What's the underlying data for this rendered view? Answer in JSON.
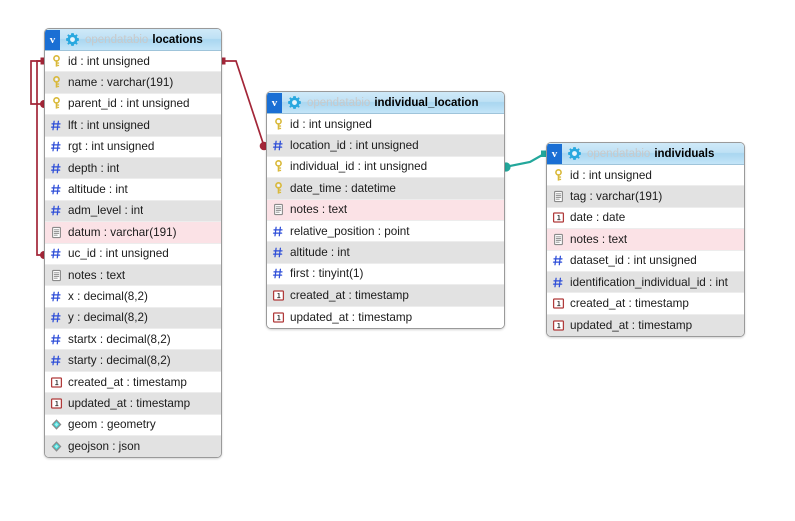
{
  "diagram": {
    "kind": "entity-relationship-diagram",
    "background": "#ffffff",
    "schema_label": "opendatabio"
  },
  "palette": {
    "header_gradient_top": "#cfe9f8",
    "header_gradient_bottom": "#c4e5f8",
    "badge_blue": "#1a6fd4",
    "gear_cyan": "#29a8df",
    "row_alt": "#e2e2e2",
    "row_plain": "#ffffff",
    "row_nullable_text": "#fbe2e6",
    "border_grey": "#9a9a9a",
    "relation_red": "#a32638",
    "relation_teal": "#23a79b",
    "key_gold": "#d9b93a",
    "numeric_blue": "#2e4ed8",
    "text_grey": "#8a8a8a",
    "geometry_cyan": "#3fd3d3"
  },
  "entities": [
    {
      "id": "locations",
      "schema": "opendatabio",
      "name": "locations",
      "badge": "v",
      "columns": [
        {
          "name": "id",
          "type": "int unsigned",
          "icon": "key-icon",
          "style": "plain"
        },
        {
          "name": "name",
          "type": "varchar(191)",
          "icon": "key-icon",
          "style": "alt"
        },
        {
          "name": "parent_id",
          "type": "int unsigned",
          "icon": "key-icon",
          "style": "plain"
        },
        {
          "name": "lft",
          "type": "int unsigned",
          "icon": "numeric-icon",
          "style": "alt"
        },
        {
          "name": "rgt",
          "type": "int unsigned",
          "icon": "numeric-icon",
          "style": "plain"
        },
        {
          "name": "depth",
          "type": "int",
          "icon": "numeric-icon",
          "style": "alt"
        },
        {
          "name": "altitude",
          "type": "int",
          "icon": "numeric-icon",
          "style": "plain"
        },
        {
          "name": "adm_level",
          "type": "int",
          "icon": "numeric-icon",
          "style": "alt"
        },
        {
          "name": "datum",
          "type": "varchar(191)",
          "icon": "text-icon",
          "style": "nullable-text"
        },
        {
          "name": "uc_id",
          "type": "int unsigned",
          "icon": "numeric-icon",
          "style": "plain"
        },
        {
          "name": "notes",
          "type": "text",
          "icon": "text-icon",
          "style": "alt"
        },
        {
          "name": "x",
          "type": "decimal(8,2)",
          "icon": "numeric-icon",
          "style": "plain"
        },
        {
          "name": "y",
          "type": "decimal(8,2)",
          "icon": "numeric-icon",
          "style": "alt"
        },
        {
          "name": "startx",
          "type": "decimal(8,2)",
          "icon": "numeric-icon",
          "style": "plain"
        },
        {
          "name": "starty",
          "type": "decimal(8,2)",
          "icon": "numeric-icon",
          "style": "alt"
        },
        {
          "name": "created_at",
          "type": "timestamp",
          "icon": "timestamp-icon",
          "style": "plain"
        },
        {
          "name": "updated_at",
          "type": "timestamp",
          "icon": "timestamp-icon",
          "style": "alt"
        },
        {
          "name": "geom",
          "type": "geometry",
          "icon": "geometry-icon",
          "style": "plain"
        },
        {
          "name": "geojson",
          "type": "json",
          "icon": "geometry-icon",
          "style": "alt"
        }
      ]
    },
    {
      "id": "individual_location",
      "schema": "opendatabio",
      "name": "individual_location",
      "badge": "v",
      "columns": [
        {
          "name": "id",
          "type": "int unsigned",
          "icon": "key-icon",
          "style": "plain"
        },
        {
          "name": "location_id",
          "type": "int unsigned",
          "icon": "numeric-icon",
          "style": "alt"
        },
        {
          "name": "individual_id",
          "type": "int unsigned",
          "icon": "key-icon",
          "style": "plain"
        },
        {
          "name": "date_time",
          "type": "datetime",
          "icon": "key-icon",
          "style": "alt"
        },
        {
          "name": "notes",
          "type": "text",
          "icon": "text-icon",
          "style": "nullable-text"
        },
        {
          "name": "relative_position",
          "type": "point",
          "icon": "numeric-icon",
          "style": "plain"
        },
        {
          "name": "altitude",
          "type": "int",
          "icon": "numeric-icon",
          "style": "alt"
        },
        {
          "name": "first",
          "type": "tinyint(1)",
          "icon": "numeric-icon",
          "style": "plain"
        },
        {
          "name": "created_at",
          "type": "timestamp",
          "icon": "timestamp-icon",
          "style": "alt"
        },
        {
          "name": "updated_at",
          "type": "timestamp",
          "icon": "timestamp-icon",
          "style": "plain"
        }
      ]
    },
    {
      "id": "individuals",
      "schema": "opendatabio",
      "name": "individuals",
      "badge": "v",
      "columns": [
        {
          "name": "id",
          "type": "int unsigned",
          "icon": "key-icon",
          "style": "plain"
        },
        {
          "name": "tag",
          "type": "varchar(191)",
          "icon": "text-icon",
          "style": "alt"
        },
        {
          "name": "date",
          "type": "date",
          "icon": "timestamp-icon",
          "style": "plain"
        },
        {
          "name": "notes",
          "type": "text",
          "icon": "text-icon",
          "style": "nullable-text"
        },
        {
          "name": "dataset_id",
          "type": "int unsigned",
          "icon": "numeric-icon",
          "style": "plain"
        },
        {
          "name": "identification_individual_id",
          "type": "int",
          "icon": "numeric-icon",
          "style": "alt"
        },
        {
          "name": "created_at",
          "type": "timestamp",
          "icon": "timestamp-icon",
          "style": "plain"
        },
        {
          "name": "updated_at",
          "type": "timestamp",
          "icon": "timestamp-icon",
          "style": "alt"
        }
      ]
    }
  ],
  "relationships": [
    {
      "id": "locations-self-parent",
      "from": "locations.id",
      "to": "locations.parent_id",
      "color": "#a32638",
      "style": "self-loop-left"
    },
    {
      "id": "locations-self-uc",
      "from": "locations.id",
      "to": "locations.uc_id",
      "color": "#a32638",
      "style": "self-loop-left"
    },
    {
      "id": "locations-to-individual_location",
      "from": "locations.id",
      "to": "individual_location.location_id",
      "color": "#a32638",
      "style": "diagonal"
    },
    {
      "id": "individuals-to-individual_location",
      "from": "individuals.id",
      "to": "individual_location.individual_id",
      "color": "#23a79b",
      "style": "diagonal"
    }
  ]
}
